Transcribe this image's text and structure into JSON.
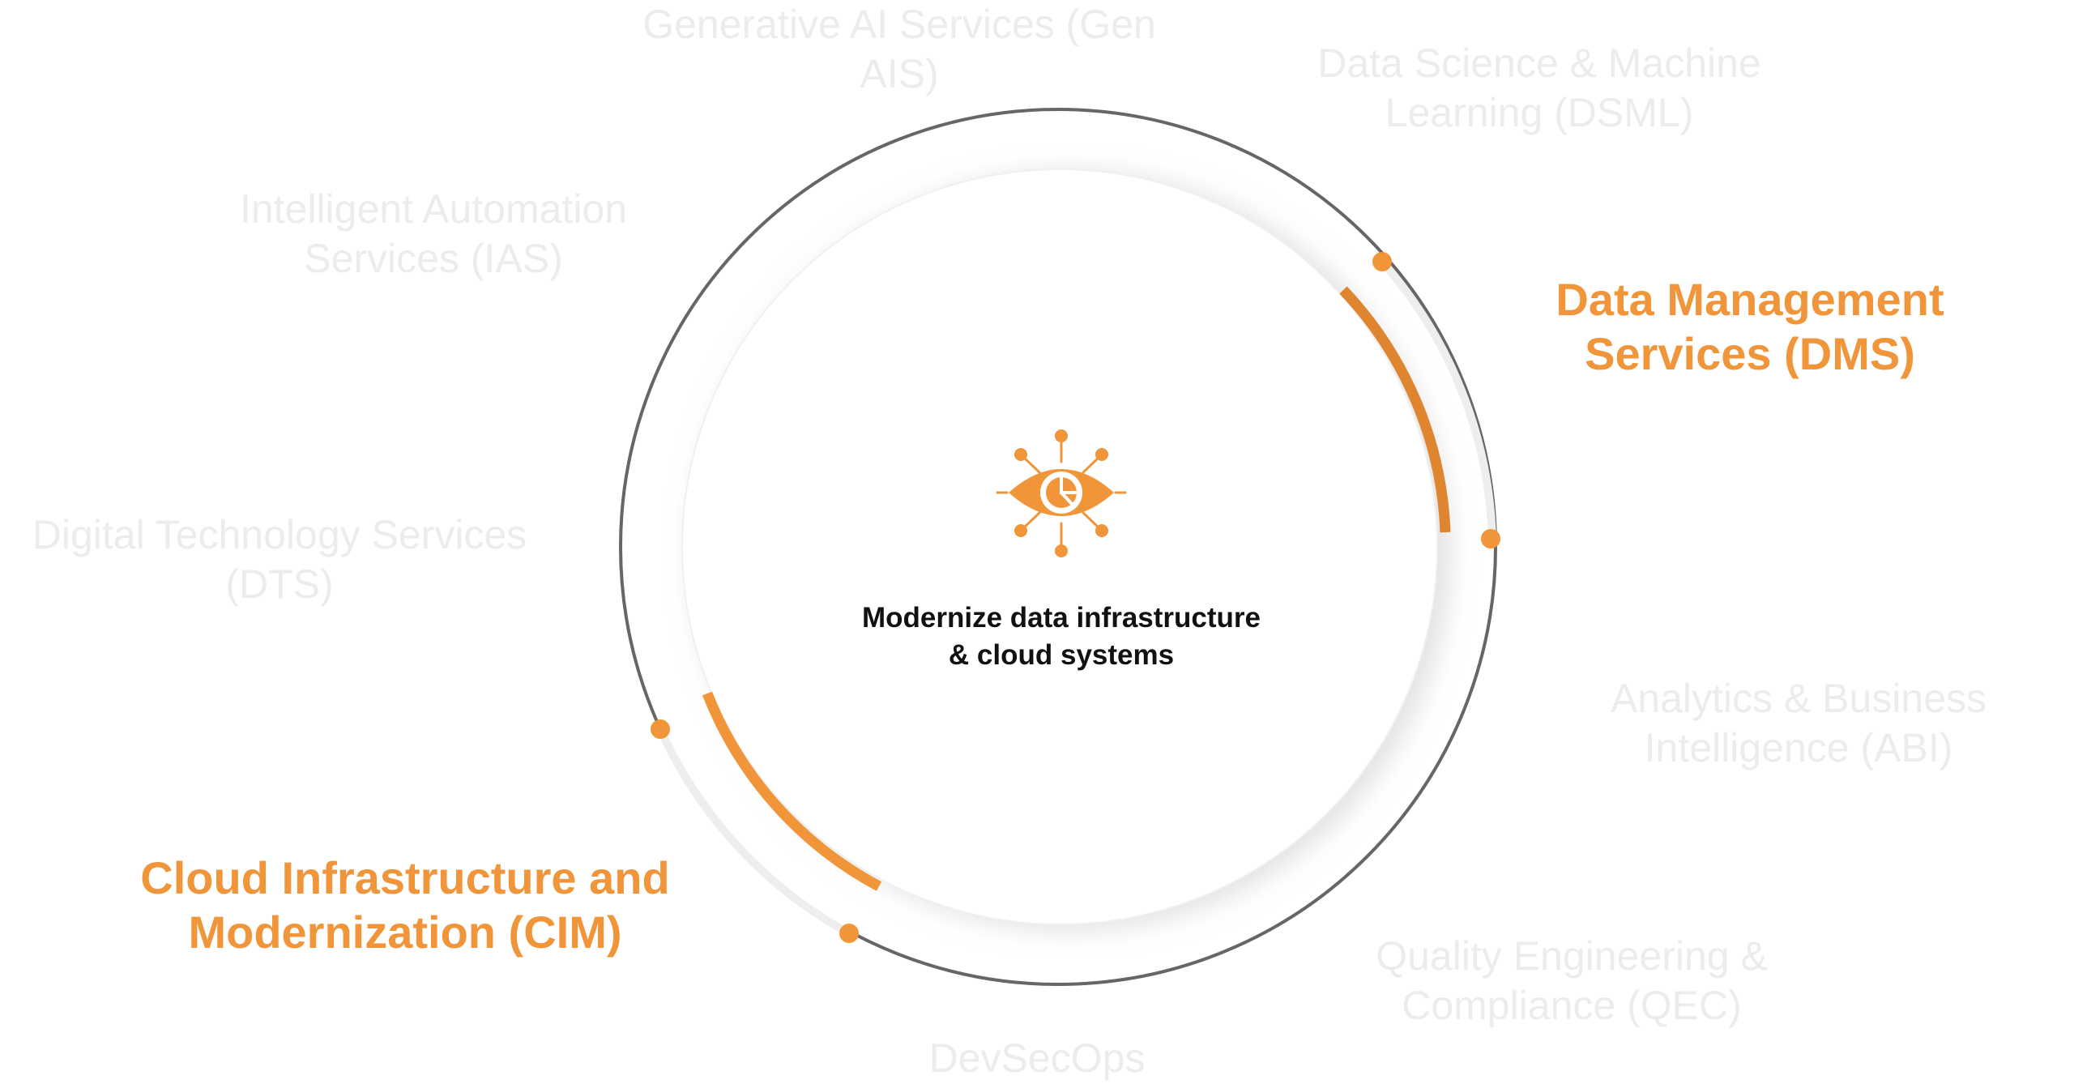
{
  "services": [
    {
      "id": "gen-ai",
      "lines": [
        "Generative AI Services (Gen",
        "AIS)"
      ],
      "active": false
    },
    {
      "id": "dsml",
      "lines": [
        "Data Science & Machine",
        "Learning (DSML)"
      ],
      "active": false
    },
    {
      "id": "ias",
      "lines": [
        "Intelligent Automation",
        "Services (IAS)"
      ],
      "active": false
    },
    {
      "id": "dms",
      "lines": [
        "Data Management",
        "Services (DMS)"
      ],
      "active": true
    },
    {
      "id": "dts",
      "lines": [
        "Digital Technology Services",
        "(DTS)"
      ],
      "active": false
    },
    {
      "id": "abi",
      "lines": [
        "Analytics & Business",
        "Intelligence (ABI)"
      ],
      "active": false
    },
    {
      "id": "cim",
      "lines": [
        "Cloud Infrastructure and",
        "Modernization (CIM)"
      ],
      "active": true
    },
    {
      "id": "qec",
      "lines": [
        "Quality Engineering &",
        "Compliance (QEC)"
      ],
      "active": false
    },
    {
      "id": "devsecops",
      "lines": [
        "DevSecOps"
      ],
      "active": false
    }
  ],
  "center": {
    "icon": "eye-analytics-network-icon",
    "caption_lines": [
      "Modernize data infrastructure",
      "& cloud systems"
    ]
  },
  "colors": {
    "accent": "#f0953a",
    "accent_dark": "#df8530",
    "ring": "#666666",
    "inactive_text": "#ececec",
    "caption": "#111111"
  }
}
